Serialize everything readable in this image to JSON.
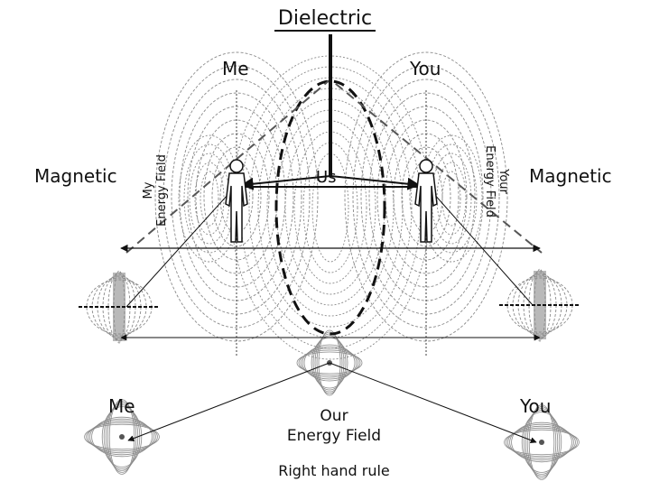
{
  "labels": {
    "dielectric": "Dielectric",
    "me_top": "Me",
    "you_top": "You",
    "magnetic_left": "Magnetic",
    "magnetic_right": "Magnetic",
    "my_energy_field_line1": "My",
    "my_energy_field_line2": "Energy Field",
    "your_energy_field_line1": "Your",
    "your_energy_field_line2": "Energy Field",
    "us": "Us",
    "me_bottom": "Me",
    "you_bottom": "You",
    "our_line1": "Our",
    "our_line2": "Energy Field",
    "right_hand_rule": "Right hand rule"
  },
  "colors": {
    "ink": "#111111",
    "field": "#8a8a8a",
    "field_dark": "#555555",
    "background": "#ffffff"
  },
  "icons": [
    "person-figure-icon",
    "field-loop-icon",
    "magnet-coil-icon"
  ]
}
